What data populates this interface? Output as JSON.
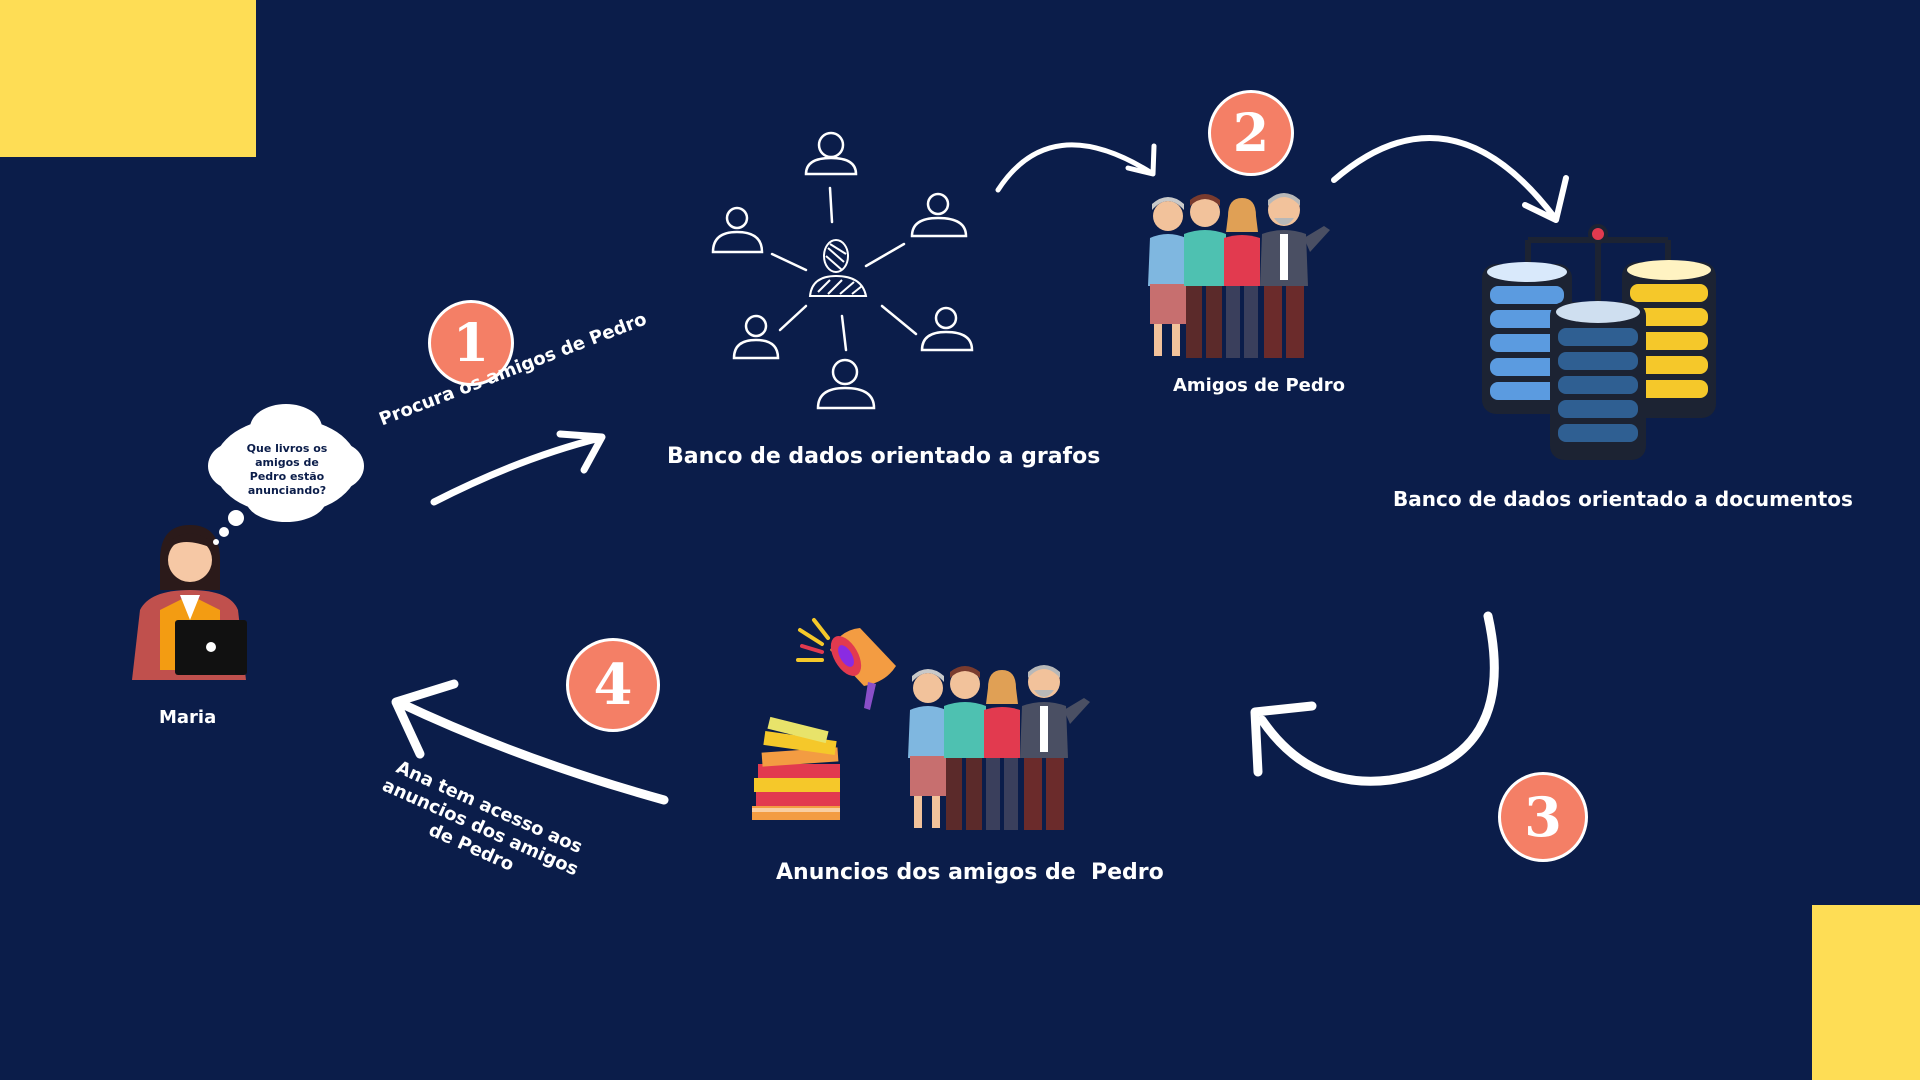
{
  "colors": {
    "background": "#0b1d4a",
    "accent_yellow": "#fedd55",
    "step_circle": "#f47f66",
    "text": "#ffffff"
  },
  "steps": [
    {
      "number": "1",
      "label": "Procura os amigos de Pedro"
    },
    {
      "number": "2",
      "label": ""
    },
    {
      "number": "3",
      "label": ""
    },
    {
      "number": "4",
      "label": "Ana tem acesso aos anuncios dos amigos de Pedro"
    }
  ],
  "user": {
    "name": "Maria",
    "thought": "Que livros os amigos de Pedro estão anunciando?"
  },
  "nodes": {
    "graph_db": "Banco de dados orientado a grafos",
    "friends": "Amigos de Pedro",
    "document_db": "Banco de dados orientado a documentos",
    "ads": "Anuncios dos amigos de  Pedro"
  },
  "icons": {
    "user": "woman-with-laptop-icon",
    "graph": "person-network-icon",
    "friends": "group-of-people-icon",
    "database": "database-servers-icon",
    "ads": "megaphone-icon",
    "books": "book-stack-icon"
  }
}
